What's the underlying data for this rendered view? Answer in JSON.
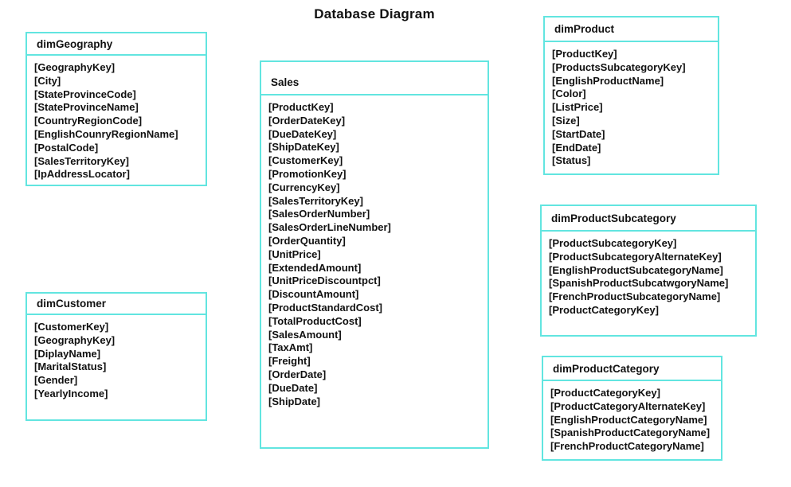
{
  "title": "Database Diagram",
  "colors": {
    "border": "#62e5e0",
    "text": "#111111",
    "background": "#ffffff"
  },
  "tables": {
    "dimGeography": {
      "name": "dimGeography",
      "fields": [
        "[GeographyKey]",
        "[City]",
        "[StateProvinceCode]",
        "[StateProvinceName]",
        "[CountryRegionCode]",
        "[EnglishCounryRegionName]",
        "[PostalCode]",
        "[SalesTerritoryKey]",
        "[IpAddressLocator]"
      ]
    },
    "dimCustomer": {
      "name": "dimCustomer",
      "fields": [
        "[CustomerKey]",
        "[GeographyKey]",
        "[DiplayName]",
        "[MaritalStatus]",
        "[Gender]",
        "[YearlyIncome]"
      ]
    },
    "sales": {
      "name": "Sales",
      "fields": [
        "[ProductKey]",
        "[OrderDateKey]",
        "[DueDateKey]",
        "[ShipDateKey]",
        "[CustomerKey]",
        "[PromotionKey]",
        "[CurrencyKey]",
        "[SalesTerritoryKey]",
        "[SalesOrderNumber]",
        "[SalesOrderLineNumber]",
        "[OrderQuantity]",
        "[UnitPrice]",
        "[ExtendedAmount]",
        "[UnitPriceDiscountpct]",
        "[DiscountAmount]",
        "[ProductStandardCost]",
        "[TotalProductCost]",
        "[SalesAmount]",
        "[TaxAmt]",
        "[Freight]",
        "[OrderDate]",
        "[DueDate]",
        "[ShipDate]"
      ]
    },
    "dimProduct": {
      "name": "dimProduct",
      "fields": [
        "[ProductKey]",
        "[ProductsSubcategoryKey]",
        "[EnglishProductName]",
        "[Color]",
        "[ListPrice]",
        "[Size]",
        "[StartDate]",
        "[EndDate]",
        "[Status]"
      ]
    },
    "dimProductSubcategory": {
      "name": "dimProductSubcategory",
      "fields": [
        "[ProductSubcategoryKey]",
        "[ProductSubcategoryAlternateKey]",
        "[EnglishProductSubcategoryName]",
        "[SpanishProductSubcatwgoryName]",
        "[FrenchProductSubcategoryName]",
        "[ProductCategoryKey]"
      ]
    },
    "dimProductCategory": {
      "name": "dimProductCategory",
      "fields": [
        "[ProductCategoryKey]",
        "[ProductCategoryAlternateKey]",
        "[EnglishProductCategoryName]",
        "[SpanishProductCategoryName]",
        "[FrenchProductCategoryName]"
      ]
    }
  }
}
